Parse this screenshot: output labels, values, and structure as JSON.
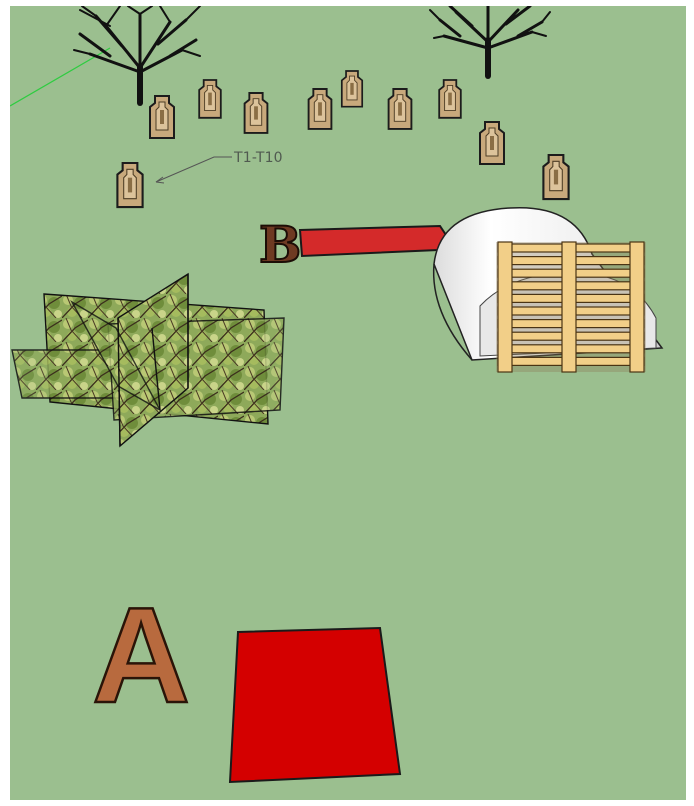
{
  "scene": {
    "background_color": "#9bbf8f",
    "target_callout": "T1-T10",
    "target_count": 10,
    "letters": {
      "start": "A",
      "shooting": "B"
    },
    "colors": {
      "shooting_box": "#d40000",
      "box_b": "#d42a2a",
      "target": "#c8a97c",
      "letter_fill": "#b86a3e",
      "letter_b_fill": "#6e3a22",
      "pallet_wood": "#f2cf88",
      "tunnel": "#f2f2f2",
      "tree": "#0f0f0f",
      "axis_line": "#2ecc40"
    },
    "objects": [
      "tree",
      "tree",
      "steel-target",
      "shooting-box-b",
      "culvert-tunnel",
      "wood-pallet",
      "foliage-panels",
      "shooting-box-a"
    ]
  }
}
